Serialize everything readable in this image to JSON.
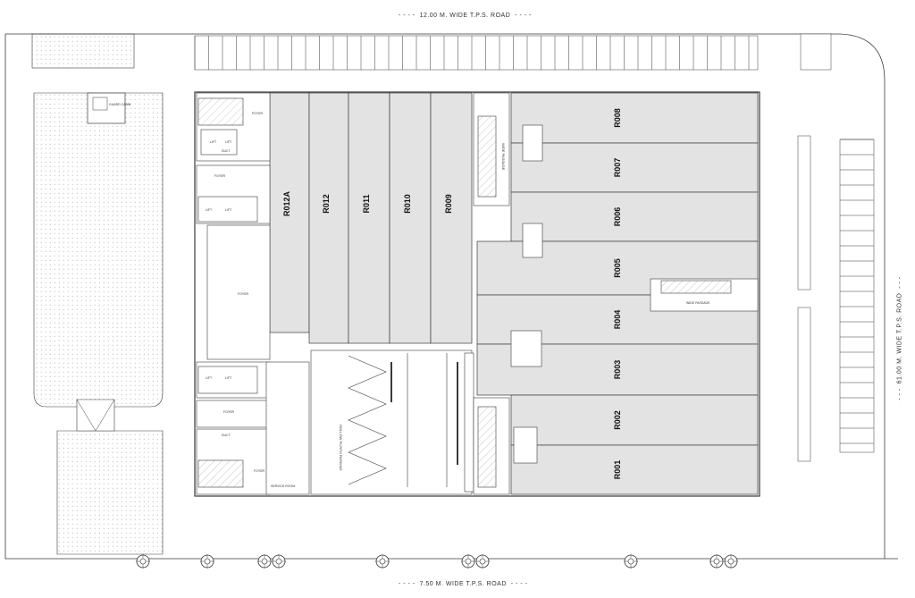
{
  "roads": {
    "top": "12.00 M. WIDE T.P.S. ROAD",
    "bottom": "7.50 M. WIDE T.P.S. ROAD",
    "right": "61.00 M. WIDE T.P.S. ROAD"
  },
  "units_right": [
    {
      "id": "R008"
    },
    {
      "id": "R007"
    },
    {
      "id": "R006"
    },
    {
      "id": "R005"
    },
    {
      "id": "R004"
    },
    {
      "id": "R003"
    },
    {
      "id": "R002"
    },
    {
      "id": "R001"
    }
  ],
  "units_top": [
    {
      "id": "R012A"
    },
    {
      "id": "R012"
    },
    {
      "id": "R011"
    },
    {
      "id": "R010"
    },
    {
      "id": "R009"
    }
  ],
  "labels": {
    "foyer": "FOYER",
    "lift": "LIFT",
    "duct": "DUCT",
    "wide_passage": "WIDE PASSAGE",
    "parking": "HOLLOW PLINTH PARKING",
    "service_room": "SERVICE ROOM",
    "guard_room": "GUARD CABIN"
  },
  "colors": {
    "unit_fill": "#e3e3e3",
    "line": "#3a3a3a",
    "hatch": "#b8b8b8"
  }
}
